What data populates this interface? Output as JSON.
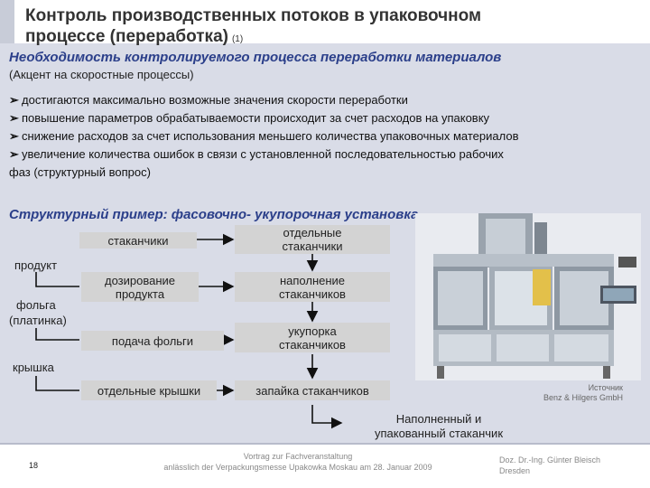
{
  "header": {
    "title_line1": "Контроль производственных  потоков в упаковочном",
    "title_line2": "процессе (переработка)",
    "title_note": "(1)"
  },
  "intro": {
    "subtitle": "Необходимость контролируемого процесса переработки материалов",
    "note": "(Акцент на скоростные процессы)"
  },
  "bullets": [
    "достигаются максимально возможные значения скорости переработки",
    "повышение параметров обрабатываемости происходит за счет расходов на упаковку",
    "снижение расходов за счет использования меньшего количества упаковочных материалов",
    "увеличение количества ошибок в связи с  установленной последовательностью рабочих"
  ],
  "bullet_continuation": "фаз (структурный вопрос)",
  "bullet_marker": "➢",
  "structure": {
    "title": "Структурный пример: фасовочно- укупорочная установка",
    "labels": {
      "product": "продукт",
      "foil": "фольга",
      "foil_sub": "(платинка)",
      "lid": "крышка",
      "output_line1": "Наполненный и",
      "output_line2": "упакованный стаканчик"
    },
    "boxes": {
      "cups": "стаканчики",
      "separate_cups_1": "отдельные",
      "separate_cups_2": "стаканчики",
      "dosing_1": "дозирование",
      "dosing_2": "продукта",
      "filling_1": "наполнение",
      "filling_2": "стаканчиков",
      "foil_feed": "подача фольги",
      "capping_1": "укупорка",
      "capping_2": "стаканчиков",
      "separate_lids": "отдельные крышки",
      "sealing": "запайка стаканчиков"
    }
  },
  "photo": {
    "credit_line1": "Источник",
    "credit_line2": "Benz & Hilgers GmbH"
  },
  "footer": {
    "page": "18",
    "mid_line1": "Vortrag zur Fachveranstaltung",
    "mid_line2": "anlässlich der Verpackungsmesse Upakowka Moskau am 28. Januar 2009",
    "right_line1": "Doz. Dr.-Ing. Günter Bleisch",
    "right_line2": "Dresden"
  },
  "colors": {
    "accent": "#2b3f8a",
    "panel": "#d9dce7",
    "box": "#d3d3d3"
  }
}
